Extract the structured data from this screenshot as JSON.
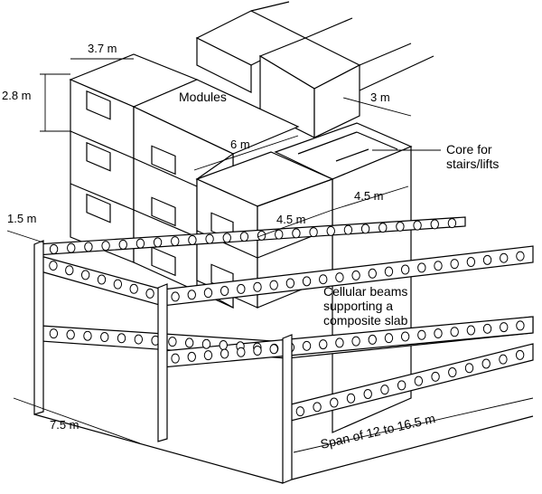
{
  "dimensions": {
    "module_height": "2.8 m",
    "module_width": "3.7 m",
    "module_length": "6 m",
    "core_width": "3 m",
    "bay_1": "4.5 m",
    "bay_2": "4.5 m",
    "edge_offset": "1.5 m",
    "frame_depth": "7.5 m"
  },
  "labels": {
    "modules": "Modules",
    "core_line1": "Core for",
    "core_line2": "stairs/lifts",
    "beams_line1": "Cellular beams",
    "beams_line2": "supporting a",
    "beams_line3": "composite slab",
    "span": "Span of 12 to 16.5 m"
  }
}
